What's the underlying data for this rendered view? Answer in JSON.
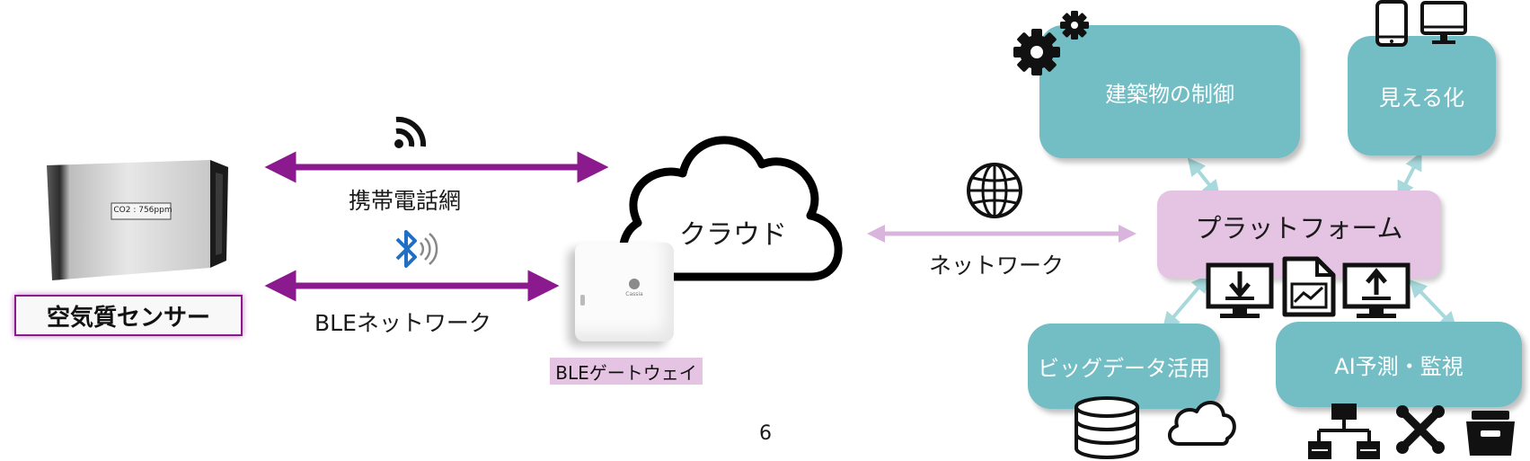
{
  "sensor": {
    "name": "空気質センサー",
    "display": "CO2 : 756ppm"
  },
  "links": {
    "cellular": "携帯電話網",
    "ble": "BLEネットワーク",
    "network": "ネットワーク"
  },
  "gateway": {
    "label": "BLEゲートウェイ",
    "brand": "Cassia"
  },
  "cloud": {
    "label": "クラウド"
  },
  "tiles": {
    "building": "建築物の制御",
    "visual": "見える化",
    "platform": "プラットフォーム",
    "bigdata": "ビッグデータ活用",
    "ai": "AI予測・監視"
  },
  "page_number": "6",
  "colors": {
    "arrow_dark": "#8b1a8e",
    "arrow_light": "#d9b4dc",
    "tile": "#72bec4",
    "platform": "#e5c3e3",
    "connector": "#a6d8dc"
  },
  "icons": [
    "wifi-icon",
    "bluetooth-icon",
    "globe-icon",
    "gear-icon",
    "tablet-icon",
    "monitor-icon",
    "download-monitor-icon",
    "chart-document-icon",
    "upload-monitor-icon",
    "database-icon",
    "cloud-outline-icon",
    "network-icon",
    "joomla-icon",
    "archive-icon"
  ]
}
